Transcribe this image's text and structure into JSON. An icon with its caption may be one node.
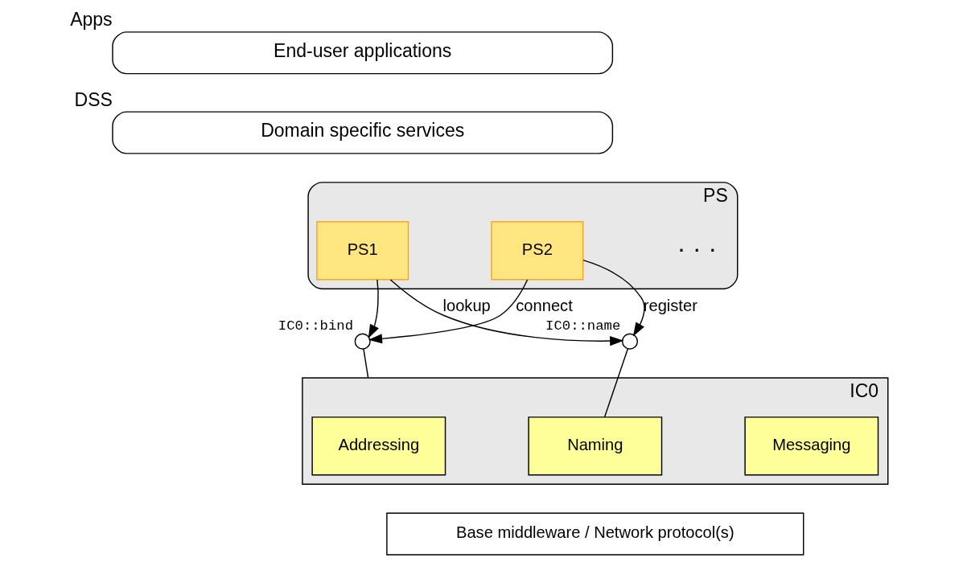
{
  "diagram": {
    "nodes": [
      {
        "text": [
          "End-user applications"
        ],
        "beside": [
          "Apps"
        ]
      },
      {
        "text": [
          "Domain specific services"
        ],
        "beside": [
          "DSS"
        ]
      },
      {
        "text": [],
        "shape": "box",
        "beside": [
          "PS"
        ]
      },
      {
        "text": [
          "PS1"
        ],
        "in": 2
      },
      {
        "text": [
          "PS2"
        ],
        "in": 2
      },
      {
        "text": [],
        "shape": "circle",
        "beside": [
          "IC0::bind"
        ]
      },
      {
        "text": [],
        "shape": "circle",
        "beside": [
          "IC0::name"
        ]
      },
      {
        "text": [],
        "shape": "box",
        "beside": [
          "IC0"
        ]
      },
      {
        "text": [
          "Addressing"
        ],
        "in": 7
      },
      {
        "text": [
          "Naming"
        ],
        "in": 7
      },
      {
        "text": [
          "Messaging"
        ],
        "in": 7
      },
      {
        "text": [
          "Base middleware / Network protocol(s)"
        ]
      }
    ],
    "edges": [
      {
        "from": 3,
        "to": 5,
        "arrow": "to"
      },
      {
        "from": 4,
        "to": 5,
        "arrow": "to",
        "label": "connect"
      },
      {
        "from": 3,
        "to": 6,
        "arrow": "to",
        "label": "lookup"
      },
      {
        "from": 4,
        "to": 6,
        "arrow": "to",
        "label": "register"
      },
      {
        "from": 5,
        "to": 7,
        "arrow": "none"
      },
      {
        "from": 6,
        "to": 9,
        "arrow": "none"
      }
    ],
    "labels": [
      "· · ·"
    ]
  }
}
